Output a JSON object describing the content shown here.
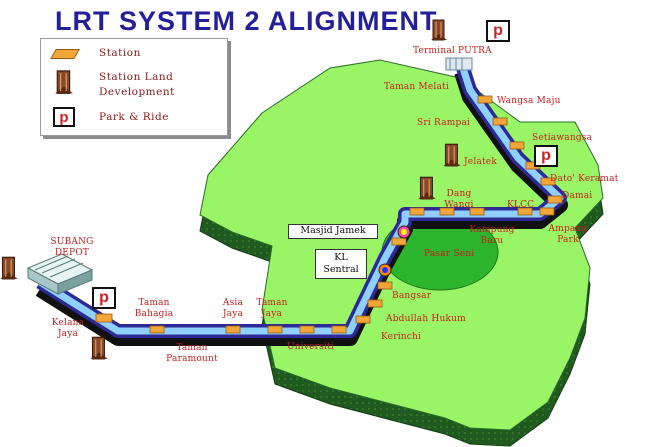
{
  "title": "LRT SYSTEM 2 ALIGNMENT",
  "legend": {
    "station": "Station",
    "land_development": "Station Land Development",
    "park_ride": "Park & Ride",
    "park_ride_symbol": "p"
  },
  "icons": {
    "park_ride": "parking-icon",
    "land_development": "building-icon",
    "station": "station-icon",
    "interchange": "interchange-icon"
  },
  "colors": {
    "land": "#99f566",
    "land_side": "#1f5a1f",
    "track_outer": "#2e2a95",
    "track_inner": "#8fd0ff",
    "station": "#f2a63a",
    "label": "#c51d1d",
    "title": "#24209a",
    "lake": "#2db52d"
  },
  "stations": [
    {
      "id": "terminal-putra",
      "label": "Terminal PUTRA"
    },
    {
      "id": "taman-melati",
      "label": "Taman Melati"
    },
    {
      "id": "wangsa-maju",
      "label": "Wangsa Maju"
    },
    {
      "id": "sri-rampai",
      "label": "Sri Rampai"
    },
    {
      "id": "setiawangsa",
      "label": "Setiawangsa"
    },
    {
      "id": "jelatek",
      "label": "Jelatek"
    },
    {
      "id": "dato-keramat",
      "label": "Dato' Keramat"
    },
    {
      "id": "damai",
      "label": "Damai"
    },
    {
      "id": "dang-wangi",
      "label": "Dang Wangi"
    },
    {
      "id": "klcc",
      "label": "KLCC"
    },
    {
      "id": "ampang-park",
      "label": "Ampang Park"
    },
    {
      "id": "kampung-baru",
      "label": "Kampung Baru"
    },
    {
      "id": "masjid-jamek",
      "label": "Masjid Jamek"
    },
    {
      "id": "pasar-seni",
      "label": "Pasar Seni"
    },
    {
      "id": "kl-sentral",
      "label": "KL Sentral"
    },
    {
      "id": "subang-depot",
      "label": "SUBANG DEPOT"
    },
    {
      "id": "bangsar",
      "label": "Bangsar"
    },
    {
      "id": "abdullah-hukum",
      "label": "Abdullah Hukum"
    },
    {
      "id": "kerinchi",
      "label": "Kerinchi"
    },
    {
      "id": "universiti",
      "label": "Universiti"
    },
    {
      "id": "taman-bahagia",
      "label": "Taman Bahagia"
    },
    {
      "id": "asia-jaya",
      "label": "Asia Jaya"
    },
    {
      "id": "taman-jaya",
      "label": "Taman Jaya"
    },
    {
      "id": "kelana-jaya",
      "label": "Kelana Jaya"
    },
    {
      "id": "taman-paramount",
      "label": "Taman Paramount"
    }
  ]
}
